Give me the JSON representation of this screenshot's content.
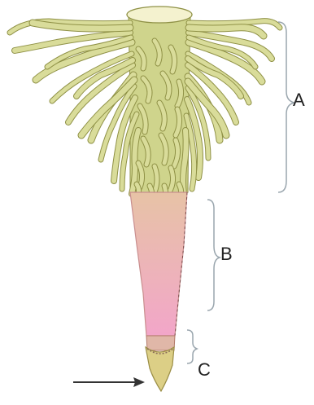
{
  "diagram": {
    "colors": {
      "hair_fill": "#d9dc9a",
      "hair_stroke": "#8f9146",
      "mature_fill": "#cfd48c",
      "elongation_top": "#e7c3a6",
      "elongation_bottom": "#f2a6c9",
      "root_cap_fill": "#dccf86",
      "bracket_stroke": "#9aa6ae",
      "arrow_color": "#333333",
      "label_color": "#222222"
    },
    "labels": {
      "a": "A",
      "b": "B",
      "c": "C"
    }
  }
}
